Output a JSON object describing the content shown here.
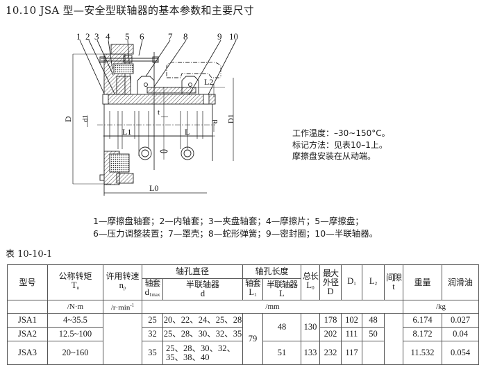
{
  "title": "10.10  JSA 型—安全型联轴器的基本参数和主要尺寸",
  "drawing": {
    "part_numbers": [
      "1",
      "2",
      "3",
      "4",
      "5",
      "6",
      "7",
      "8",
      "9",
      "10"
    ],
    "dimension_labels": {
      "D": "D",
      "d1": "d1",
      "L1": "L1",
      "L": "L",
      "t": "t",
      "d": "d",
      "D1": "D1",
      "L2": "L2",
      "L0": "L0"
    }
  },
  "notes": [
    "工作温度：–30~150°C。",
    "标记方法：见表10–1上。",
    "摩擦盘安装在从动端。"
  ],
  "legend": {
    "line1": "1—摩擦盘轴套；2—内轴套；3—夹盘轴套；4—摩擦片；5—摩擦盘；",
    "line2": "6—压力调整装置；7—罩壳；8—蛇形弹簧；9—密封圈；10—半联轴器。"
  },
  "table": {
    "caption": "表 10-10-1",
    "headers": {
      "model": "型号",
      "torque": "公称转矩",
      "torque_sym": "T",
      "torque_sub": "n",
      "speed": "许用转速",
      "speed_sym": "n",
      "speed_sub": "p",
      "bore_dia": "轴孔直径",
      "bore_dia_sleeve": "轴套",
      "bore_dia_sleeve_sym": "d",
      "bore_dia_sleeve_sub": "1max",
      "bore_dia_half": "半联轴器",
      "bore_dia_half_sym": "d",
      "bore_len": "轴孔长度",
      "bore_len_sleeve": "轴套",
      "bore_len_sleeve_sym": "L",
      "bore_len_sleeve_sub": "1",
      "bore_len_half": "半联轴器",
      "bore_len_half_sym": "L",
      "total_len": "总长",
      "total_len_sym": "L",
      "total_len_sub": "0",
      "max_dia_1": "最大",
      "max_dia_2": "外径",
      "max_dia_sym": "D",
      "D1": "D",
      "D1_sub": "1",
      "L2": "L",
      "L2_sub": "2",
      "gap": "间隙",
      "gap_sym": "t",
      "weight": "重量",
      "lube": "润滑油"
    },
    "units": {
      "torque": "/N·m",
      "speed": "/r·min",
      "speed_sup": "-1",
      "mm": "/mm",
      "kg": "/kg"
    },
    "rows": [
      {
        "model": "JSA1",
        "torque": "4~35.5",
        "d1max": "25",
        "d": "20、22、24、25、28",
        "L1": "79",
        "L": "48",
        "L0": "130",
        "D": "178",
        "D1": "102",
        "L2": "48",
        "t": "",
        "weight": "6.174",
        "lube": "0.027"
      },
      {
        "model": "JSA2",
        "torque": "12.5~100",
        "d1max": "32",
        "d": "25、28、30、32、35",
        "L1": "79",
        "L": "48",
        "L0": "130",
        "D": "202",
        "D1": "111",
        "L2": "50",
        "t": "",
        "weight": "8.172",
        "lube": "0.04"
      },
      {
        "model": "JSA3",
        "torque": "20~160",
        "d1max": "35",
        "d": "25、28、30、32、35、38、40",
        "L1": "79",
        "L": "51",
        "L0": "133",
        "D": "232",
        "D1": "117",
        "L2": "",
        "t": "",
        "weight": "11.532",
        "lube": "0.054"
      }
    ]
  }
}
